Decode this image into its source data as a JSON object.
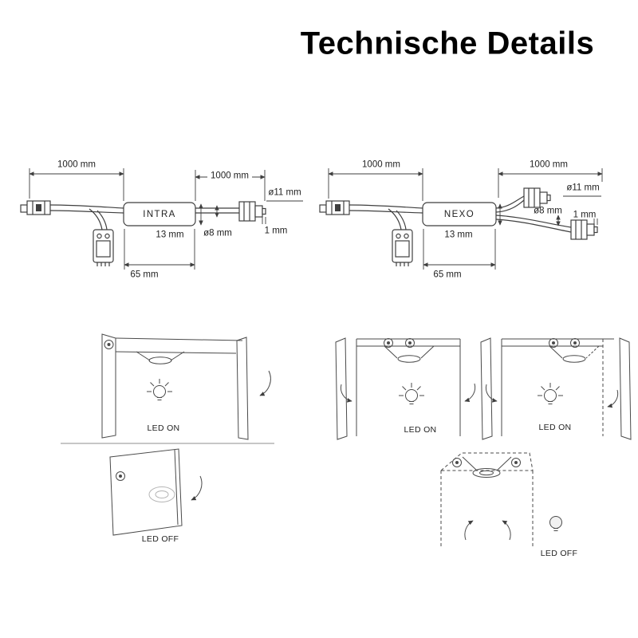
{
  "title": "Technische Details",
  "devices": [
    {
      "name": "INTRA",
      "dims": {
        "left_cable": "1000 mm",
        "right_cable": "1000 mm",
        "plug_diameter": "ø11 mm",
        "body_width": "13 mm",
        "cable_diameter": "ø8 mm",
        "tip_length": "1 mm",
        "body_length": "65 mm"
      }
    },
    {
      "name": "NEXO",
      "dims": {
        "left_cable": "1000 mm",
        "right_cable": "1000 mm",
        "plug_diameter": "ø11 mm",
        "body_width": "13 mm",
        "cable_diameter": "ø8 mm",
        "tip_length": "1 mm",
        "body_length": "65 mm"
      }
    }
  ],
  "illustrations": {
    "intra_open_label": "LED ON",
    "intra_closed_label": "LED OFF",
    "nexo_open_left_label": "LED ON",
    "nexo_open_right_label": "LED ON",
    "nexo_closed_label": "LED OFF"
  },
  "icons": {
    "sensor": "sensor-icon",
    "bulb_on": "bulb-on-icon",
    "bulb_off": "bulb-off-icon",
    "door_swing_arrow": "door-swing-arrow-icon"
  },
  "colors": {
    "background": "#ffffff",
    "line": "#3f3f3f",
    "text": "#222222",
    "title": "#000000"
  }
}
